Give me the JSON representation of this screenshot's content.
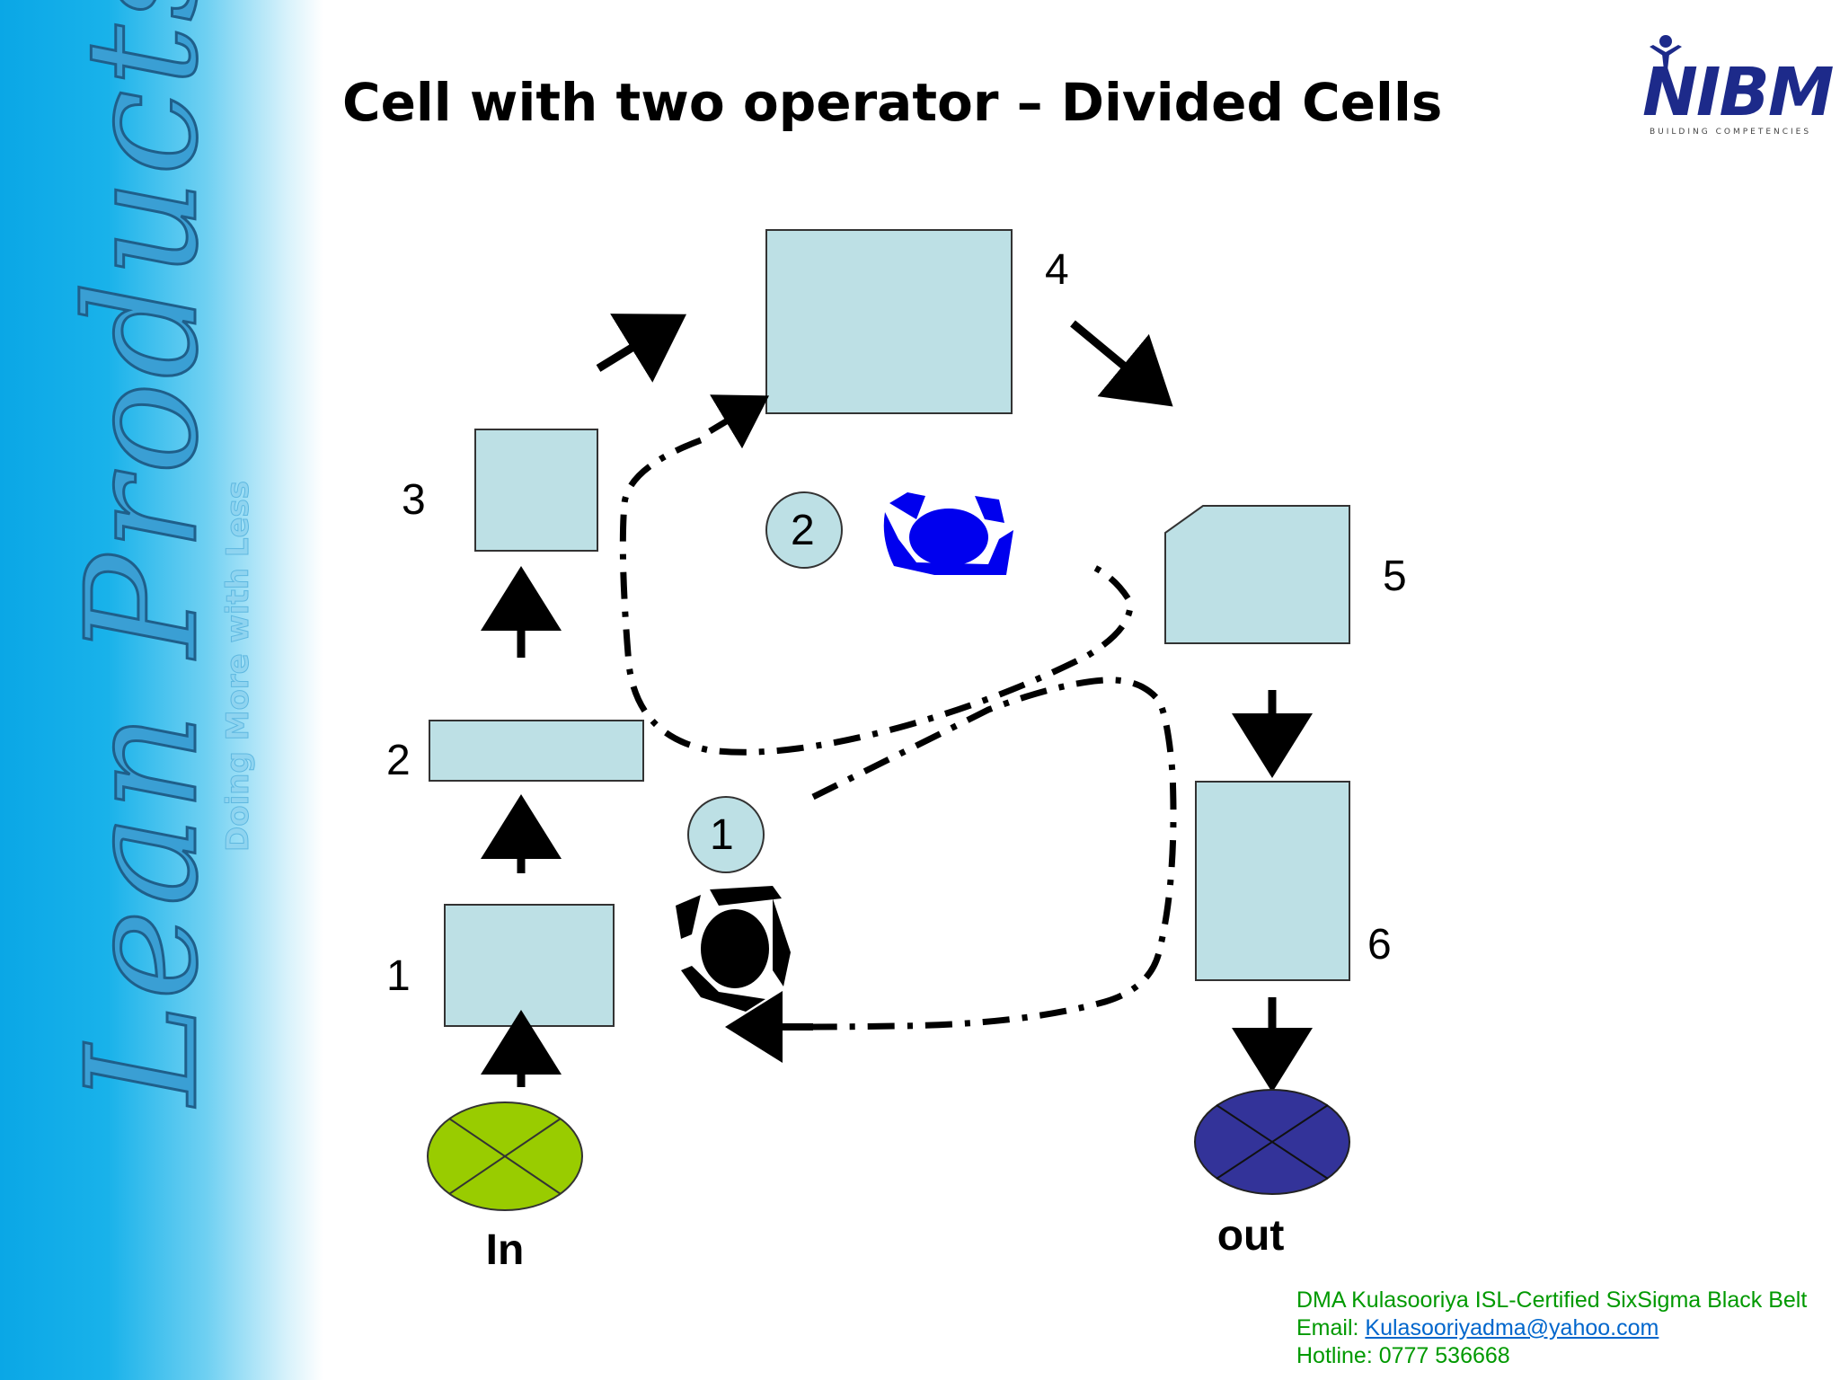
{
  "sidebar": {
    "brand": "Lean Products",
    "tagline": "Doing More with Less"
  },
  "title": "Cell with two operator – Divided Cells",
  "logo": {
    "name": "NIBM",
    "subtitle": "BUILDING COMPETENCIES",
    "icon": "person-figure-icon"
  },
  "diagram": {
    "stations": [
      "1",
      "2",
      "3",
      "4",
      "5",
      "6"
    ],
    "operators": [
      "1",
      "2"
    ],
    "input_label": "In",
    "output_label": "out",
    "colors": {
      "station_fill": "#bde0e5",
      "input_fill": "#99cc00",
      "output_fill": "#333399",
      "operator2": "#0000ee",
      "operator1": "#000000"
    }
  },
  "footer": {
    "line1": "DMA Kulasooriya ISL-Certified SixSigma Black Belt",
    "email_label": "Email: ",
    "email": "Kulasooriyadma@yahoo.com",
    "hotline": "Hotline: 0777 536668"
  }
}
